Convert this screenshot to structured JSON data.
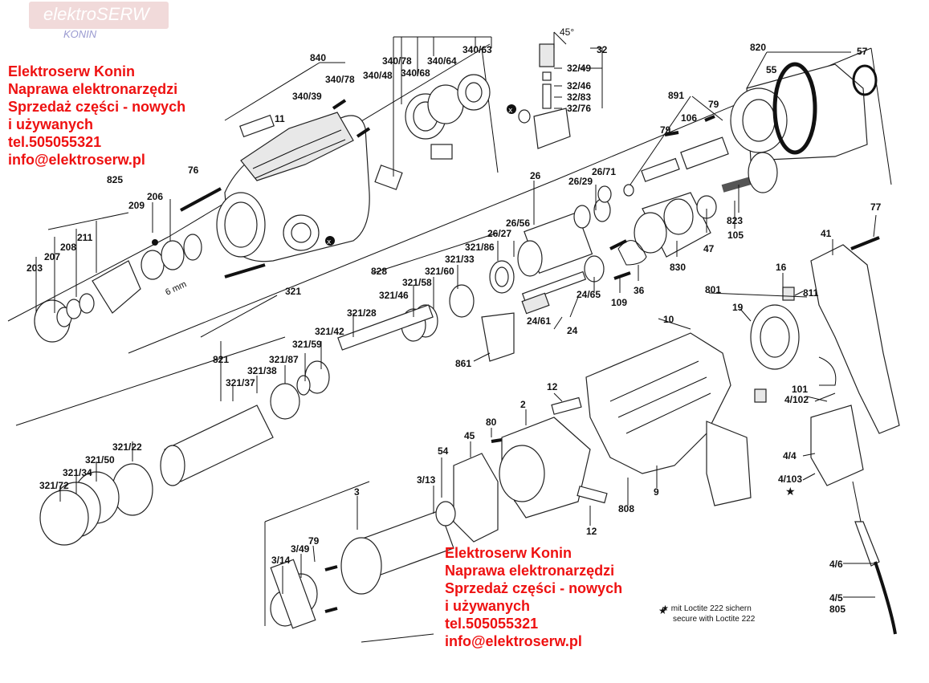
{
  "watermark": {
    "brand": "elektroSERW",
    "city": "KONIN"
  },
  "advert_top": {
    "lines": [
      "Elektroserw Konin",
      "Naprawa elektronarzędzi",
      "Sprzedaż części - nowych",
      "i używanych",
      "tel.505055321",
      "info@elektroserw.pl"
    ]
  },
  "advert_bottom": {
    "lines": [
      "Elektroserw Konin",
      "Naprawa elektronarzędzi",
      "Sprzedaż części - nowych",
      "i używanych",
      "tel.505055321",
      "info@elektroserw.pl"
    ]
  },
  "note": {
    "star": "★",
    "line1": "mit Loctite 222 sichern",
    "line2": "secure with Loctite 222"
  },
  "colors": {
    "advert": "#ee1111",
    "watermark_box": "#f1dada",
    "watermark_sub": "#9a9ad0",
    "ink": "#111111"
  },
  "part_labels": {
    "l840": "840",
    "l340_39": "340/39",
    "l340_78a": "340/78",
    "l340_78b": "340/78",
    "l340_48": "340/48",
    "l340_68": "340/68",
    "l340_64": "340/64",
    "l340_63": "340/63",
    "l11": "11",
    "l76": "76",
    "l825": "825",
    "l206": "206",
    "l209": "209",
    "l211": "211",
    "l208": "208",
    "l207": "207",
    "l203": "203",
    "l6mm": "6 mm",
    "l45deg": "45°",
    "l32": "32",
    "l32_49": "32/49",
    "l32_46": "32/46",
    "l32_83": "32/83",
    "l32_76": "32/76",
    "l820": "820",
    "l55": "55",
    "l57": "57",
    "l891": "891",
    "l79a": "79",
    "l106": "106",
    "l79b": "79",
    "l26": "26",
    "l26_71": "26/71",
    "l26_29": "26/29",
    "l26_56": "26/56",
    "l26_27": "26/27",
    "l828": "828",
    "l321_86": "321/86",
    "l321_33": "321/33",
    "l321_60": "321/60",
    "l321_58": "321/58",
    "l321_46": "321/46",
    "l321": "321",
    "l321_28": "321/28",
    "l321_42": "321/42",
    "l321_59": "321/59",
    "l821": "821",
    "l321_87": "321/87",
    "l321_38": "321/38",
    "l321_37": "321/37",
    "l321_22": "321/22",
    "l321_50": "321/50",
    "l321_34": "321/34",
    "l321_72": "321/72",
    "l823": "823",
    "l105": "105",
    "l47": "47",
    "l830": "830",
    "l36": "36",
    "l109": "109",
    "l24_65": "24/65",
    "l24_61": "24/61",
    "l24": "24",
    "l861": "861",
    "l77": "77",
    "l41": "41",
    "l801": "801",
    "l16": "16",
    "l811": "811",
    "l19": "19",
    "l10": "10",
    "l101": "101",
    "l4_102": "4/102",
    "l4_4": "4/4",
    "l4_103": "4/103",
    "l4_6": "4/6",
    "l4_5": "4/5",
    "l805": "805",
    "l12a": "12",
    "l2": "2",
    "l80": "80",
    "l45": "45",
    "l54": "54",
    "l3_13": "3/13",
    "l3": "3",
    "l79c": "79",
    "l3_49": "3/49",
    "l3_14": "3/14",
    "l808": "808",
    "l9": "9",
    "l12b": "12",
    "lx1": "x",
    "lx2": "x"
  }
}
